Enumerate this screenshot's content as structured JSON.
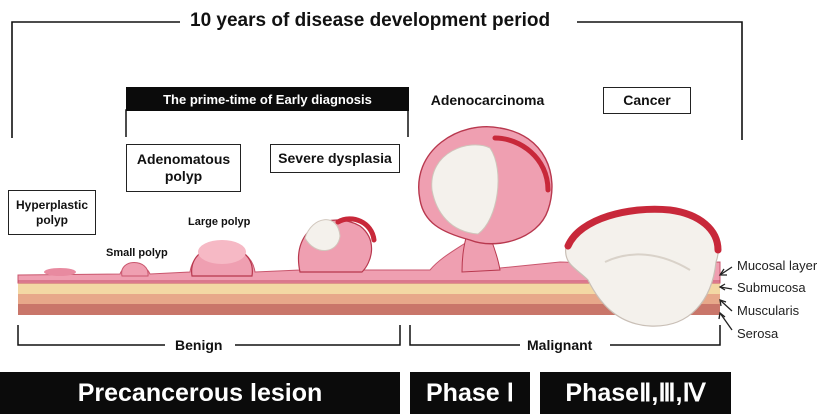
{
  "title": "10 years of disease development period",
  "prime_time": "The prime-time of Early diagnosis",
  "stages": {
    "adenocarcinoma": "Adenocarcinoma",
    "cancer": "Cancer",
    "adenomatous_polyp_1": "Adenomatous",
    "adenomatous_polyp_2": "polyp",
    "severe_dysplasia": "Severe dysplasia",
    "hyperplastic_1": "Hyperplastic",
    "hyperplastic_2": "polyp",
    "small_polyp": "Small polyp",
    "large_polyp": "Large polyp"
  },
  "layers": [
    "Mucosal layer",
    "Submucosa",
    "Muscularis",
    "Serosa"
  ],
  "ranges": {
    "benign": "Benign",
    "malignant": "Malignant"
  },
  "phases": {
    "precancerous": "Precancerous lesion",
    "phase1": "Phase Ⅰ",
    "phase234": "PhaseⅡ,Ⅲ,Ⅳ"
  },
  "colors": {
    "tissue_pink": "#ef9fb1",
    "tissue_dark": "#b8384e",
    "submucosa": "#f3d8a4",
    "muscularis": "#e7a88a",
    "serosa": "#c9766a",
    "tumor_white": "#f4f1ec",
    "tumor_red": "#c8283a",
    "bar_black": "#0b0b0b"
  }
}
